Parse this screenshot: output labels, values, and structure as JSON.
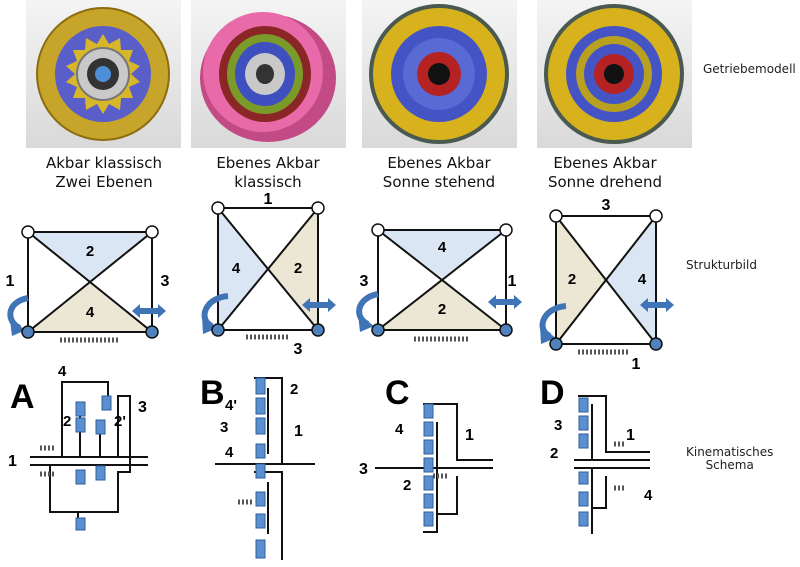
{
  "row_labels": {
    "model": "Getriebemodell",
    "structure": "Strukturbild",
    "kinematic_line1": "Kinematisches",
    "kinematic_line2": "Schema"
  },
  "columns": [
    {
      "title_line1": "Akbar klassisch",
      "title_line2": "Zwei Ebenen",
      "top_label": "",
      "triangle_top": "2",
      "triangle_bottom": "4",
      "triangle_left": "",
      "triangle_right": "",
      "left_label": "1",
      "right_label": "3",
      "bottom_label": "",
      "letter": "A",
      "kin_labels": [
        "4",
        "2",
        "2'",
        "3",
        "1"
      ]
    },
    {
      "title_line1": "Ebenes Akbar",
      "title_line2": "klassisch",
      "top_label": "1",
      "triangle_top": "",
      "triangle_bottom": "",
      "triangle_left": "4",
      "triangle_right": "2",
      "left_label": "",
      "right_label": "",
      "bottom_label": "3",
      "letter": "B",
      "kin_labels": [
        "4'",
        "2",
        "3",
        "1",
        "4"
      ]
    },
    {
      "title_line1": "Ebenes Akbar",
      "title_line2": "Sonne stehend",
      "top_label": "",
      "triangle_top": "4",
      "triangle_bottom": "2",
      "triangle_left": "",
      "triangle_right": "",
      "left_label": "3",
      "right_label": "1",
      "bottom_label": "",
      "letter": "C",
      "kin_labels": [
        "4",
        "1",
        "3",
        "2"
      ]
    },
    {
      "title_line1": "Ebenes Akbar",
      "title_line2": "Sonne drehend",
      "top_label": "3",
      "triangle_top": "",
      "triangle_bottom": "",
      "triangle_left": "2",
      "triangle_right": "4",
      "left_label": "",
      "right_label": "",
      "bottom_label": "1",
      "letter": "D",
      "kin_labels": [
        "3",
        "1",
        "2",
        "4"
      ]
    }
  ],
  "colors": {
    "blue_triangle": "#dbe6f4",
    "tan_triangle": "#ece6d4",
    "node_blue": "#4f81bd",
    "arrow_blue": "#3f74b7",
    "gear_yellow": "#d7b21d",
    "gear_blue": "#4454c4",
    "pink": "#e96aa8"
  }
}
